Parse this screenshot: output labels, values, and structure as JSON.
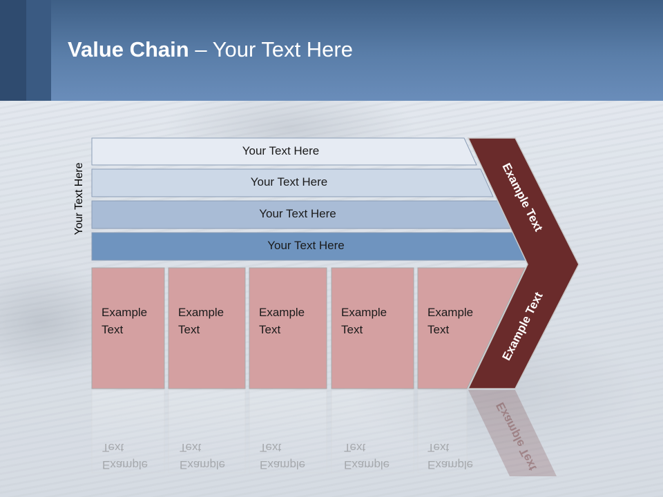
{
  "title": {
    "bold": "Value Chain",
    "rest": " – Your Text Here"
  },
  "side_label": "Your Text Here",
  "rows": [
    {
      "label": "Your Text Here",
      "fill": "#e6ebf3"
    },
    {
      "label": "Your Text Here",
      "fill": "#ccd8e7"
    },
    {
      "label": "Your Text Here",
      "fill": "#a9bcd6"
    },
    {
      "label": "Your Text Here",
      "fill": "#6f94bf"
    }
  ],
  "boxes": [
    {
      "label": "Example\nText"
    },
    {
      "label": "Example\nText"
    },
    {
      "label": "Example\nText"
    },
    {
      "label": "Example\nText"
    },
    {
      "label": "Example\nText"
    }
  ],
  "arrow_top_label": "Example Text",
  "arrow_bottom_label": "Example Text",
  "colors": {
    "box_fill": "#d4a0a1",
    "arrow_fill": "#6a2b2b",
    "header": "#5a7ea9"
  }
}
